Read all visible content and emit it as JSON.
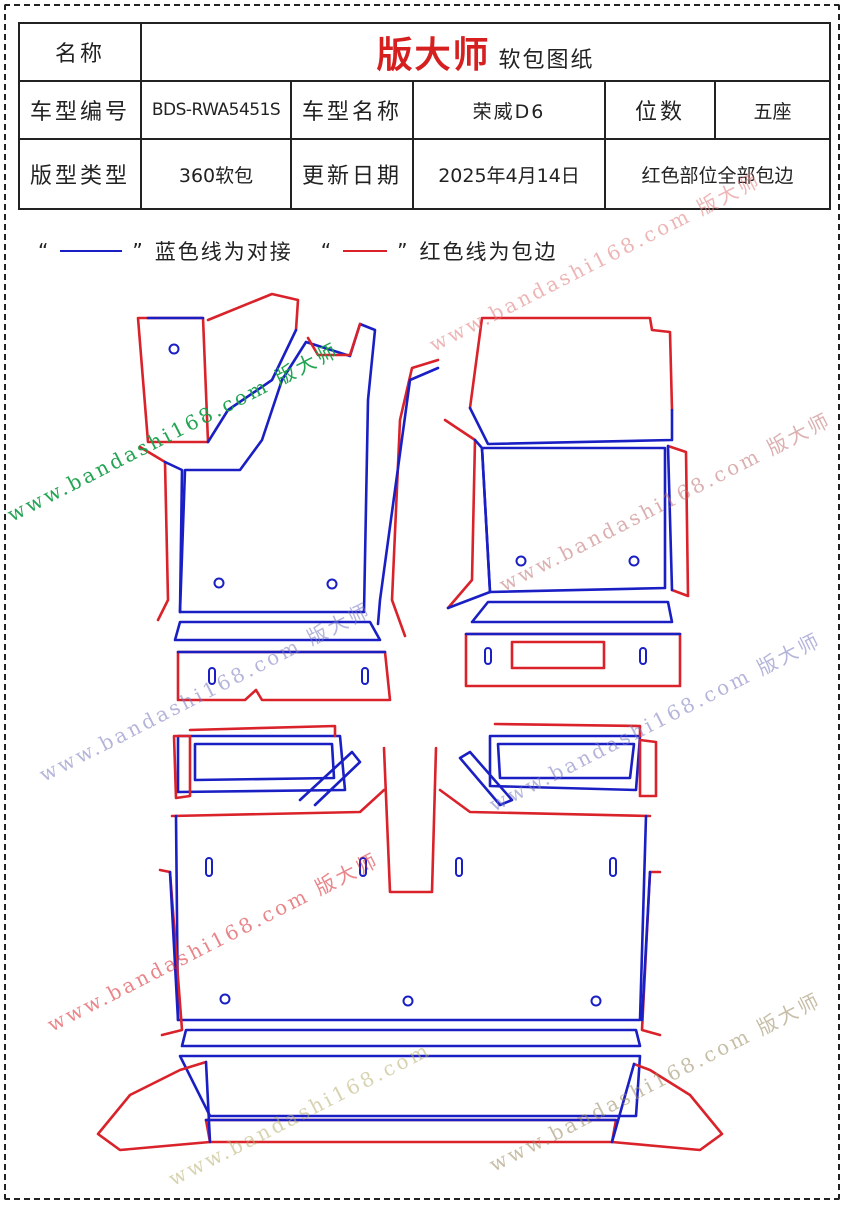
{
  "header": {
    "name_label": "名称",
    "brand": "版大师",
    "doc_title": "软包图纸",
    "model_code_label": "车型编号",
    "model_code": "BDS-RWA5451S",
    "model_name_label": "车型名称",
    "model_name": "荣威D6",
    "seats_label": "位数",
    "seats": "五座",
    "pattern_type_label": "版型类型",
    "pattern_type": "360软包",
    "update_label": "更新日期",
    "update_date": "2025年4月14日",
    "note": "红色部位全部包边"
  },
  "legend": {
    "open_quote": "“",
    "close_quote": "”",
    "blue_text": "蓝色线为对接",
    "red_text": "红色线为包边"
  },
  "colors": {
    "blue": "#1a1fc4",
    "red": "#d9222a",
    "border": "#222222"
  },
  "watermarks": {
    "site": "www.bandashi168.com",
    "brand": "版大师"
  }
}
